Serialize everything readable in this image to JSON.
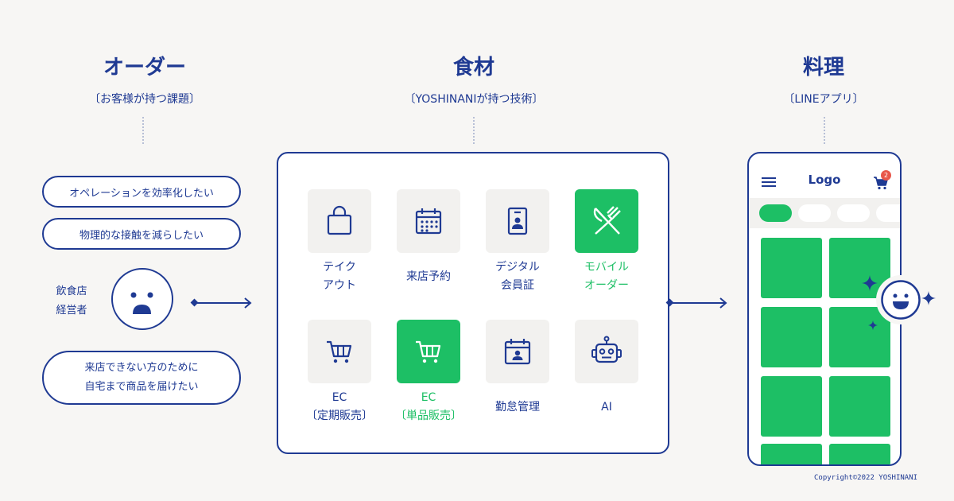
{
  "columns": {
    "order": {
      "title": "オーダー",
      "subtitle": "〔お客様が持つ課題〕"
    },
    "ingredients": {
      "title": "食材",
      "subtitle": "〔YOSHINANIが持つ技術〕"
    },
    "dish": {
      "title": "料理",
      "subtitle": "〔LINEアプリ〕"
    }
  },
  "problems": [
    {
      "text": "オペレーションを効率化したい"
    },
    {
      "text": "物理的な接触を減らしたい"
    },
    {
      "lines": [
        "来店できない方のために",
        "自宅まで商品を届けたい"
      ]
    }
  ],
  "owner": {
    "lines": [
      "飲食店",
      "経営者"
    ]
  },
  "features": [
    {
      "lines": [
        "テイク",
        "アウト"
      ],
      "icon": "bag-icon",
      "highlight": false
    },
    {
      "lines": [
        "来店予約"
      ],
      "icon": "calendar-icon",
      "highlight": false
    },
    {
      "lines": [
        "デジタル",
        "会員証"
      ],
      "icon": "member-card-icon",
      "highlight": false
    },
    {
      "lines": [
        "モバイル",
        "オーダー"
      ],
      "icon": "fork-knife-icon",
      "highlight": true
    },
    {
      "lines": [
        "EC",
        "〔定期販売〕"
      ],
      "icon": "cart-icon",
      "highlight": false
    },
    {
      "lines": [
        "EC",
        "〔単品販売〕"
      ],
      "icon": "cart-icon",
      "highlight": true
    },
    {
      "lines": [
        "勤怠管理"
      ],
      "icon": "attendance-calendar-icon",
      "highlight": false
    },
    {
      "lines": [
        "AI"
      ],
      "icon": "robot-icon",
      "highlight": false
    }
  ],
  "phone": {
    "logo": "Logo",
    "cart_badge": "2"
  },
  "colors": {
    "primary": "#1f3a93",
    "accent": "#1dbf65",
    "badge": "#e8574b",
    "background": "#f7f6f4"
  },
  "copyright": "Copyright©2022 YOSHINANI"
}
